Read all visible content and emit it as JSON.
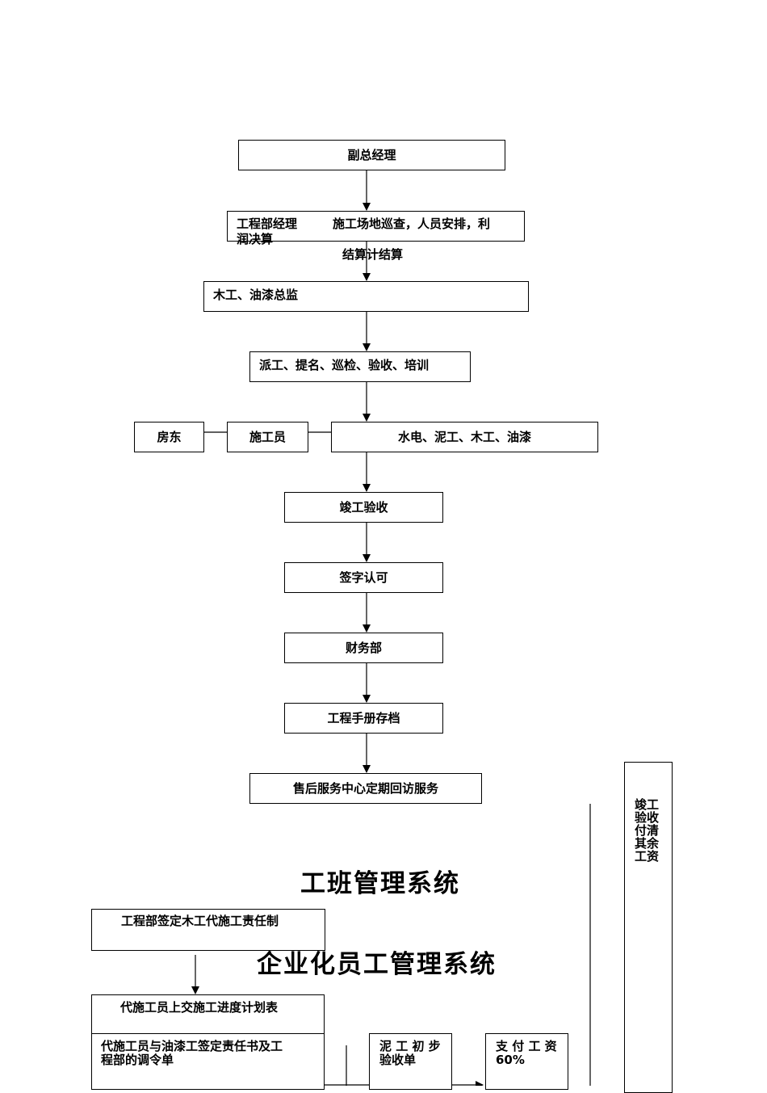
{
  "flow": {
    "deputy_gm": "副总经理",
    "eng_manager": "工程部经理",
    "eng_manager_duties_1": "施工场地巡查，人员安排，利",
    "eng_manager_duties_2": "润决算",
    "settlement": "结算计结算",
    "supervisor": "木工、油漆总监",
    "tasks": "派工、提名、巡检、验收、培训",
    "landlord": "房东",
    "constructor": "施工员",
    "trades": "水电、泥工、木工、油漆",
    "completion": "竣工验收",
    "signoff": "签字认可",
    "finance": "财务部",
    "archive": "工程手册存档",
    "aftersales": "售后服务中心定期回访服务"
  },
  "team_system": {
    "title": "工班管理系统",
    "employee_title": "企业化员工管理系统",
    "contract": "工程部签定木工代施工责任制",
    "schedule": "代施工员上交施工进度计划表",
    "responsibility_1": "代施工员与油漆工签定责任书及工",
    "responsibility_2": "程部的调令单",
    "masonry_1": "泥 工 初 步",
    "masonry_2": "验收单",
    "pay_1": "支 付 工 资",
    "pay_2": "60%",
    "final_pay": "竣工验收付清其余工资"
  }
}
